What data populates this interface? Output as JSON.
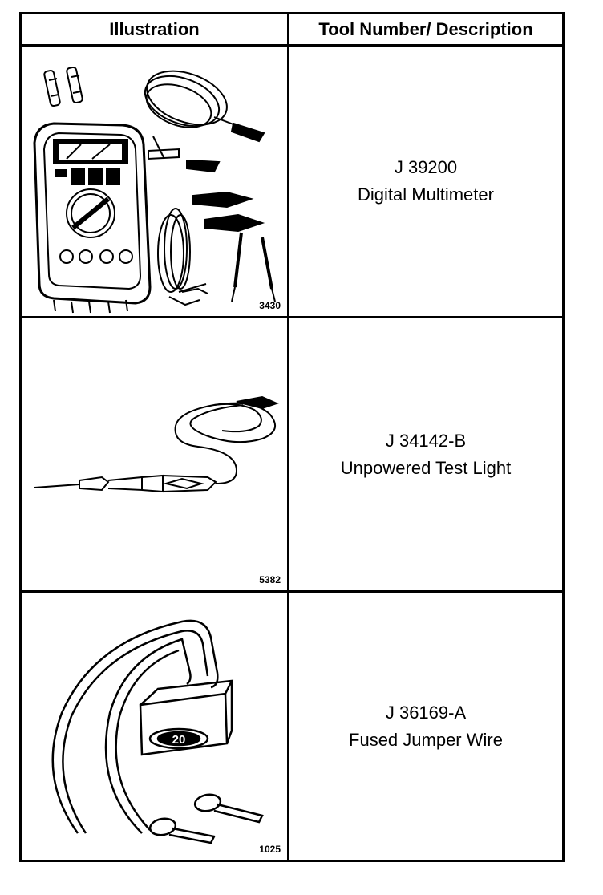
{
  "header": {
    "illustration": "Illustration",
    "tool": "Tool Number/ Description"
  },
  "rows": [
    {
      "figure": "3430",
      "tool_number": "J 39200",
      "description": "Digital Multimeter"
    },
    {
      "figure": "5382",
      "tool_number": "J 34142-B",
      "description": "Unpowered Test Light"
    },
    {
      "figure": "1025",
      "tool_number": "J 36169-A",
      "description": "Fused Jumper Wire",
      "fuse_label": "20"
    }
  ]
}
